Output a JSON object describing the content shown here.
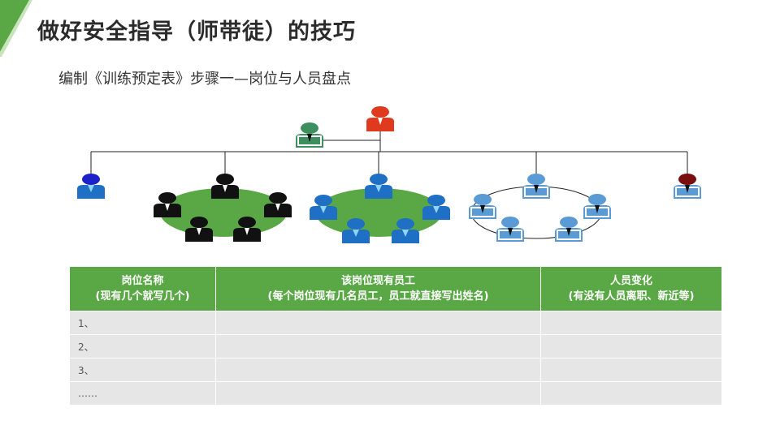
{
  "slide": {
    "title": "做好安全指导（师带徒）的技巧",
    "subtitle": "编制《训练预定表》步骤一—岗位与人员盘点"
  },
  "colors": {
    "accent_green": "#5aa845",
    "table_row": "#e6e6e6",
    "person_blue": "#1f6fc4",
    "person_lightblue": "#5b9bd5",
    "person_red": "#e03a1e",
    "person_black": "#111111",
    "person_green": "#3e8f5e",
    "person_darkred": "#7a0d0d"
  },
  "diagram": {
    "icons": [
      "person-red-icon",
      "person-green-icon",
      "person-blue-icon",
      "person-black-icon",
      "person-lightblue-icon",
      "person-darkred-icon"
    ]
  },
  "table": {
    "headers": [
      {
        "title": "岗位名称",
        "note": "(现有几个就写几个)"
      },
      {
        "title": "该岗位现有员工",
        "note": "(每个岗位现有几名员工，员工就直接写出姓名)"
      },
      {
        "title": "人员变化",
        "note": "(有没有人员离职、新近等)"
      }
    ],
    "rows": [
      [
        "1、",
        "",
        ""
      ],
      [
        "2、",
        "",
        ""
      ],
      [
        "3、",
        "",
        ""
      ],
      [
        "……",
        "",
        ""
      ]
    ]
  }
}
